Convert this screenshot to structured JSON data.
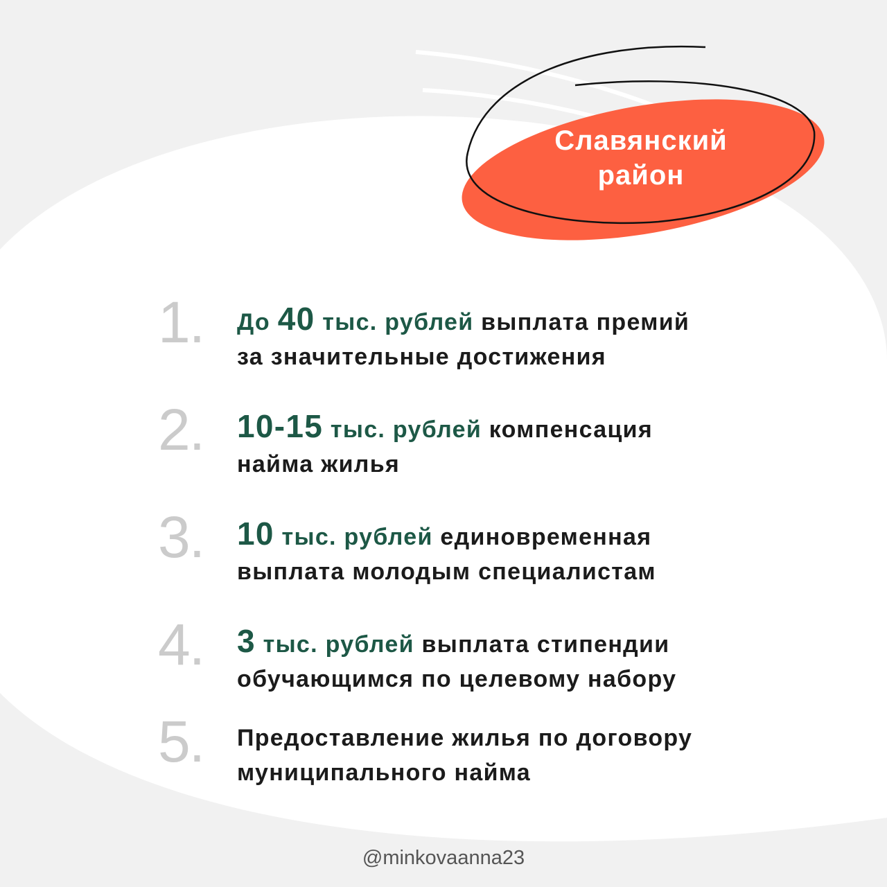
{
  "badge": {
    "title": "Славянский район",
    "line1": "Славянский",
    "line2": "район"
  },
  "items": [
    {
      "num": "1.",
      "pre": "До ",
      "big": "40",
      "hl": " тыс. рублей",
      "rest1": " выплата премий",
      "rest2": "за значительные достижения"
    },
    {
      "num": "2.",
      "pre": "",
      "big": "10-15",
      "hl": " тыс. рублей",
      "rest1": " компенсация",
      "rest2": "найма жилья"
    },
    {
      "num": "3.",
      "pre": "",
      "big": "10",
      "hl": " тыс. рублей",
      "rest1": " единовременная",
      "rest2": "выплата молодым специалистам"
    },
    {
      "num": "4.",
      "pre": "",
      "big": "3",
      "hl": " тыс. рублей",
      "rest1": " выплата стипендии",
      "rest2": "обучающимся по целевому набору"
    },
    {
      "num": "5.",
      "pre": "",
      "big": "",
      "hl": "",
      "rest1": "Предоставление жилья по договору",
      "rest2": "муниципального найма"
    }
  ],
  "footer": {
    "handle": "@minkovaanna23"
  },
  "colors": {
    "accent": "#fd6041",
    "green": "#1d5846",
    "number_gray": "#cbcbcb",
    "background": "#f1f1f1"
  }
}
